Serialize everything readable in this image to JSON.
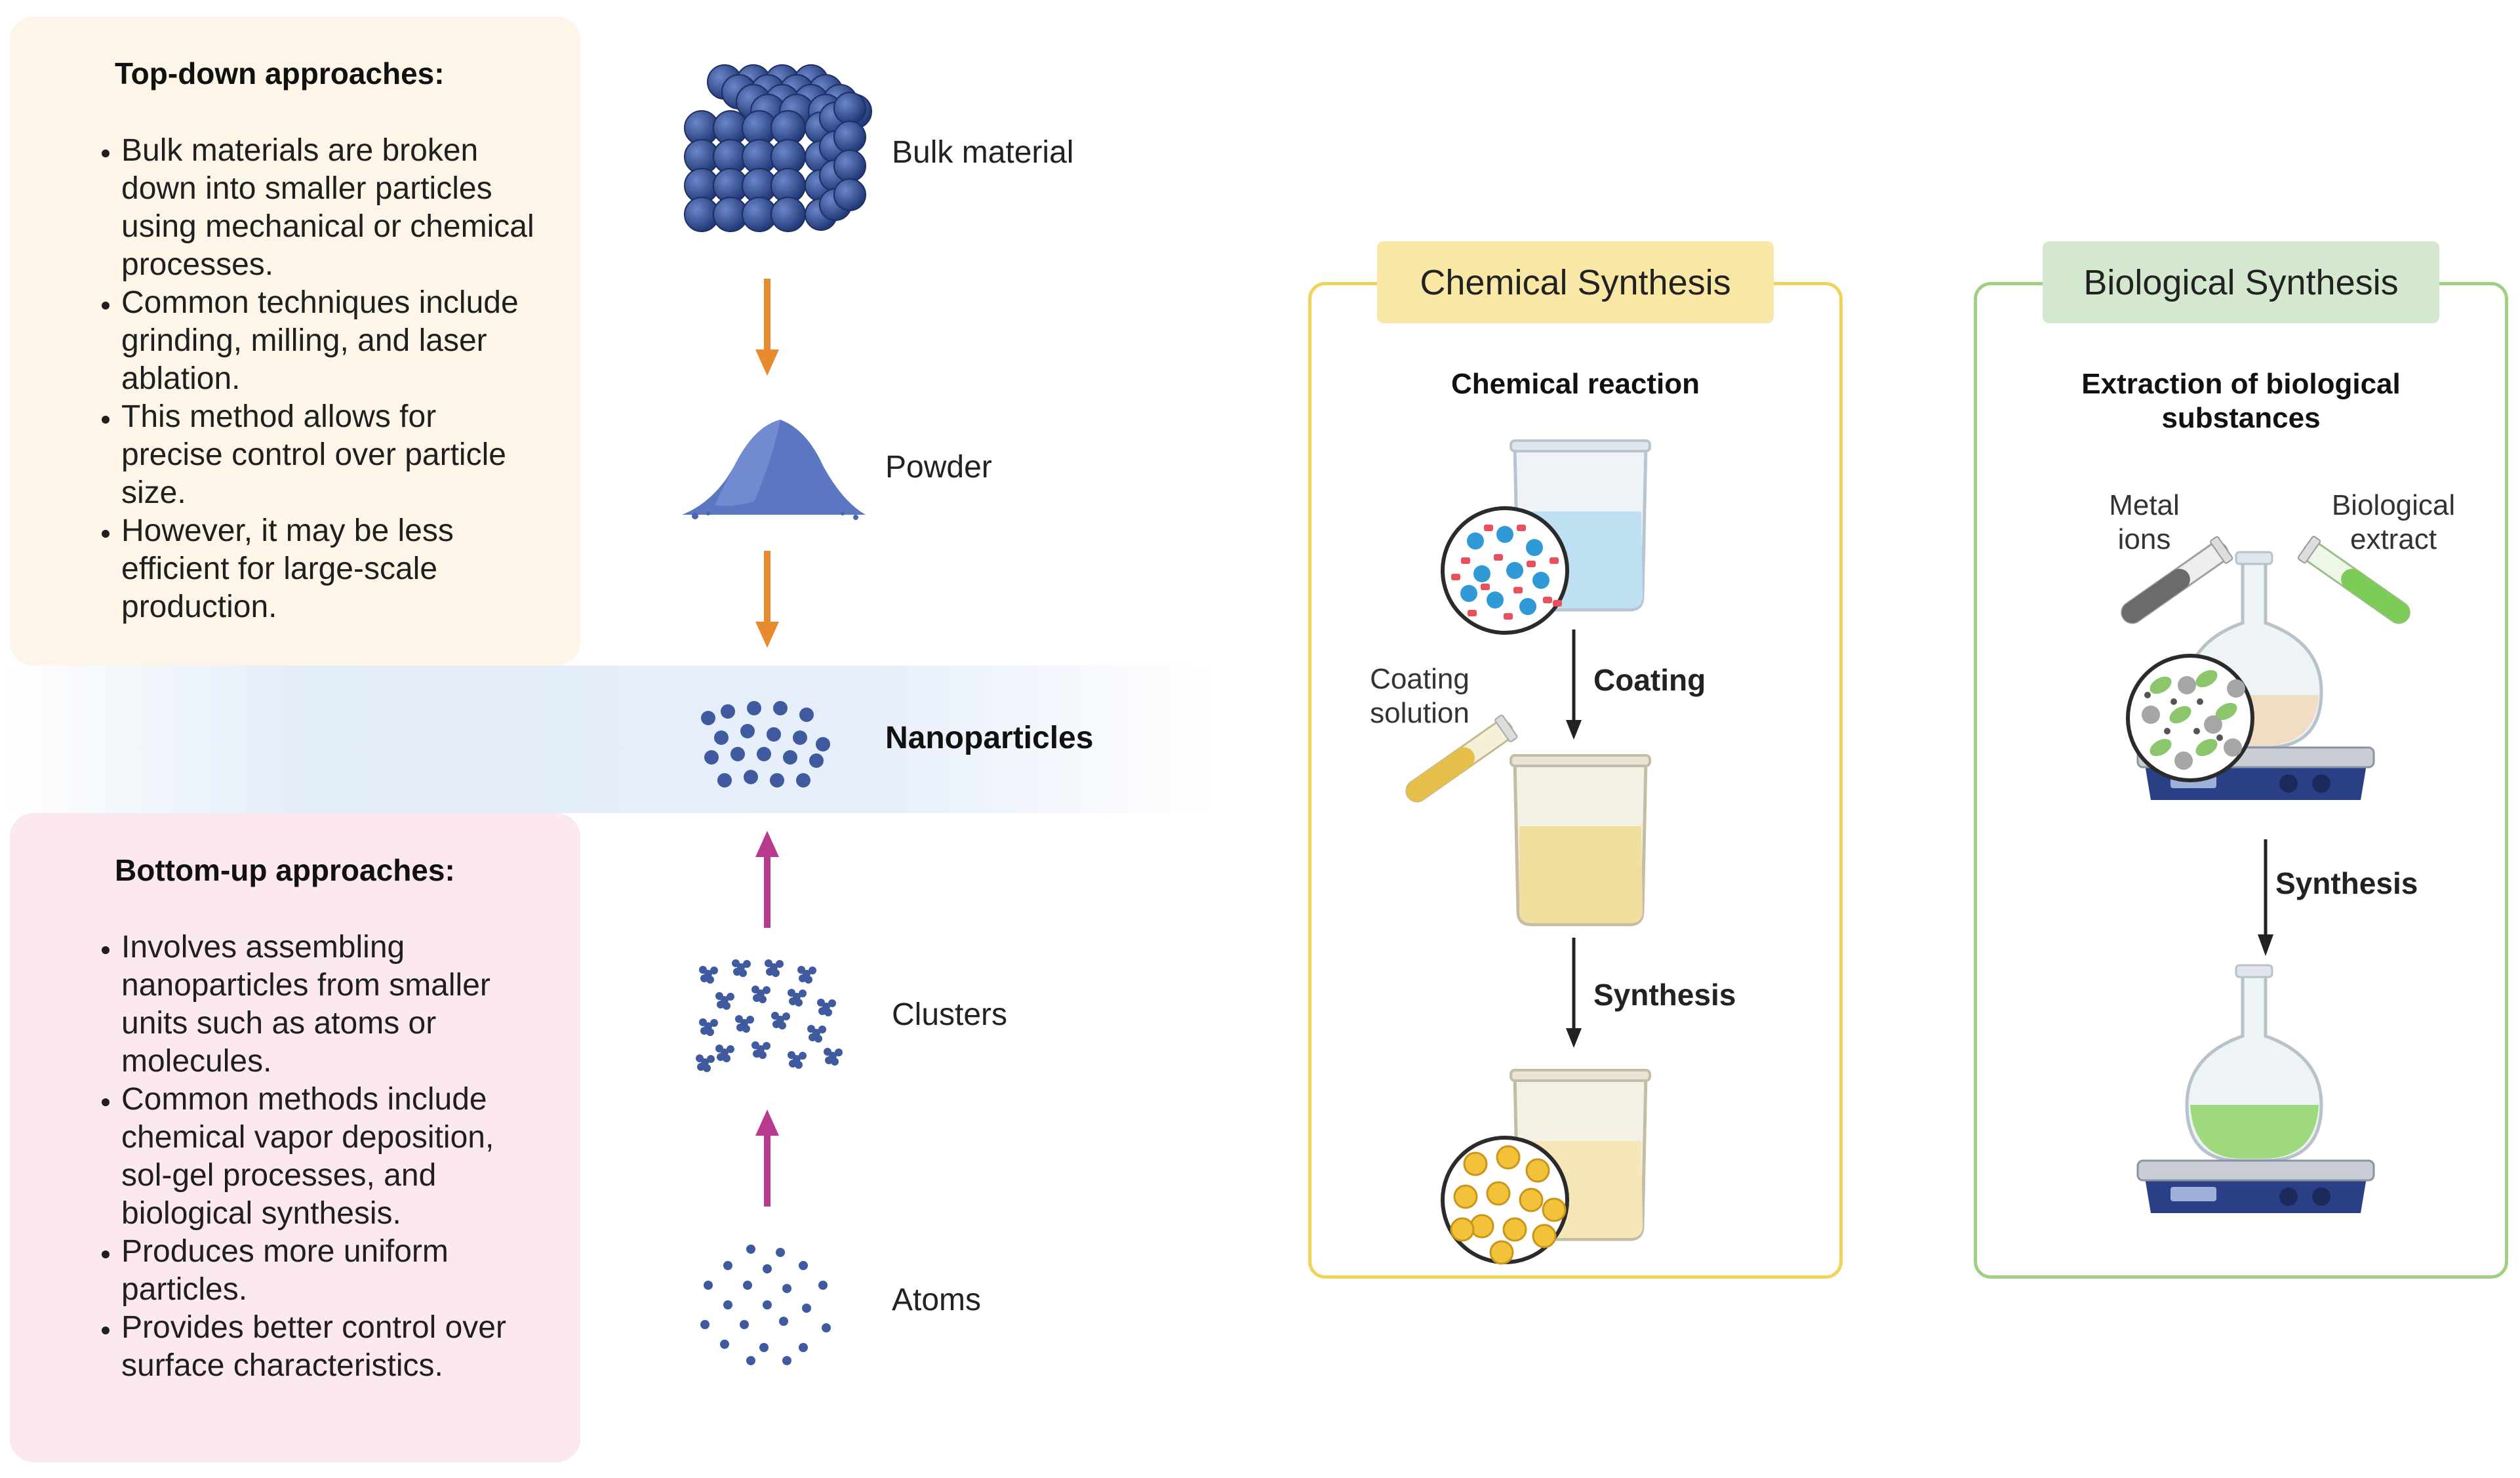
{
  "top_down": {
    "title": "Top-down approaches:",
    "bullets": [
      "Bulk materials are broken down into smaller particles using mechanical or chemical processes.",
      "Common techniques include grinding, milling, and laser ablation.",
      "This method allows for precise control over particle size.",
      "However, it may be less efficient for large-scale production."
    ]
  },
  "bottom_up": {
    "title": "Bottom-up approaches:",
    "bullets": [
      "Involves assembling nanoparticles from smaller units such as atoms or molecules.",
      "Common methods include chemical vapor deposition, sol-gel processes, and biological synthesis.",
      "Produces more uniform particles.",
      "Provides better control over surface characteristics."
    ]
  },
  "stages": {
    "bulk": "Bulk material",
    "powder": "Powder",
    "nanoparticles": "Nanoparticles",
    "clusters": "Clusters",
    "atoms": "Atoms"
  },
  "chemical": {
    "tab": "Chemical Synthesis",
    "subtitle": "Chemical reaction",
    "coating_solution": "Coating solution",
    "step1": "Coating",
    "step2": "Synthesis"
  },
  "biological": {
    "tab": "Biological Synthesis",
    "subtitle": "Extraction of biological substances",
    "metal_ions": "Metal ions",
    "bio_extract": "Biological extract",
    "step": "Synthesis"
  },
  "colors": {
    "top_down_arrow": "#e88a2e",
    "bottom_up_arrow": "#b83a8e",
    "particle": "#3f5a9e",
    "chem_border": "#f0d35a",
    "bio_border": "#9ed07f"
  }
}
